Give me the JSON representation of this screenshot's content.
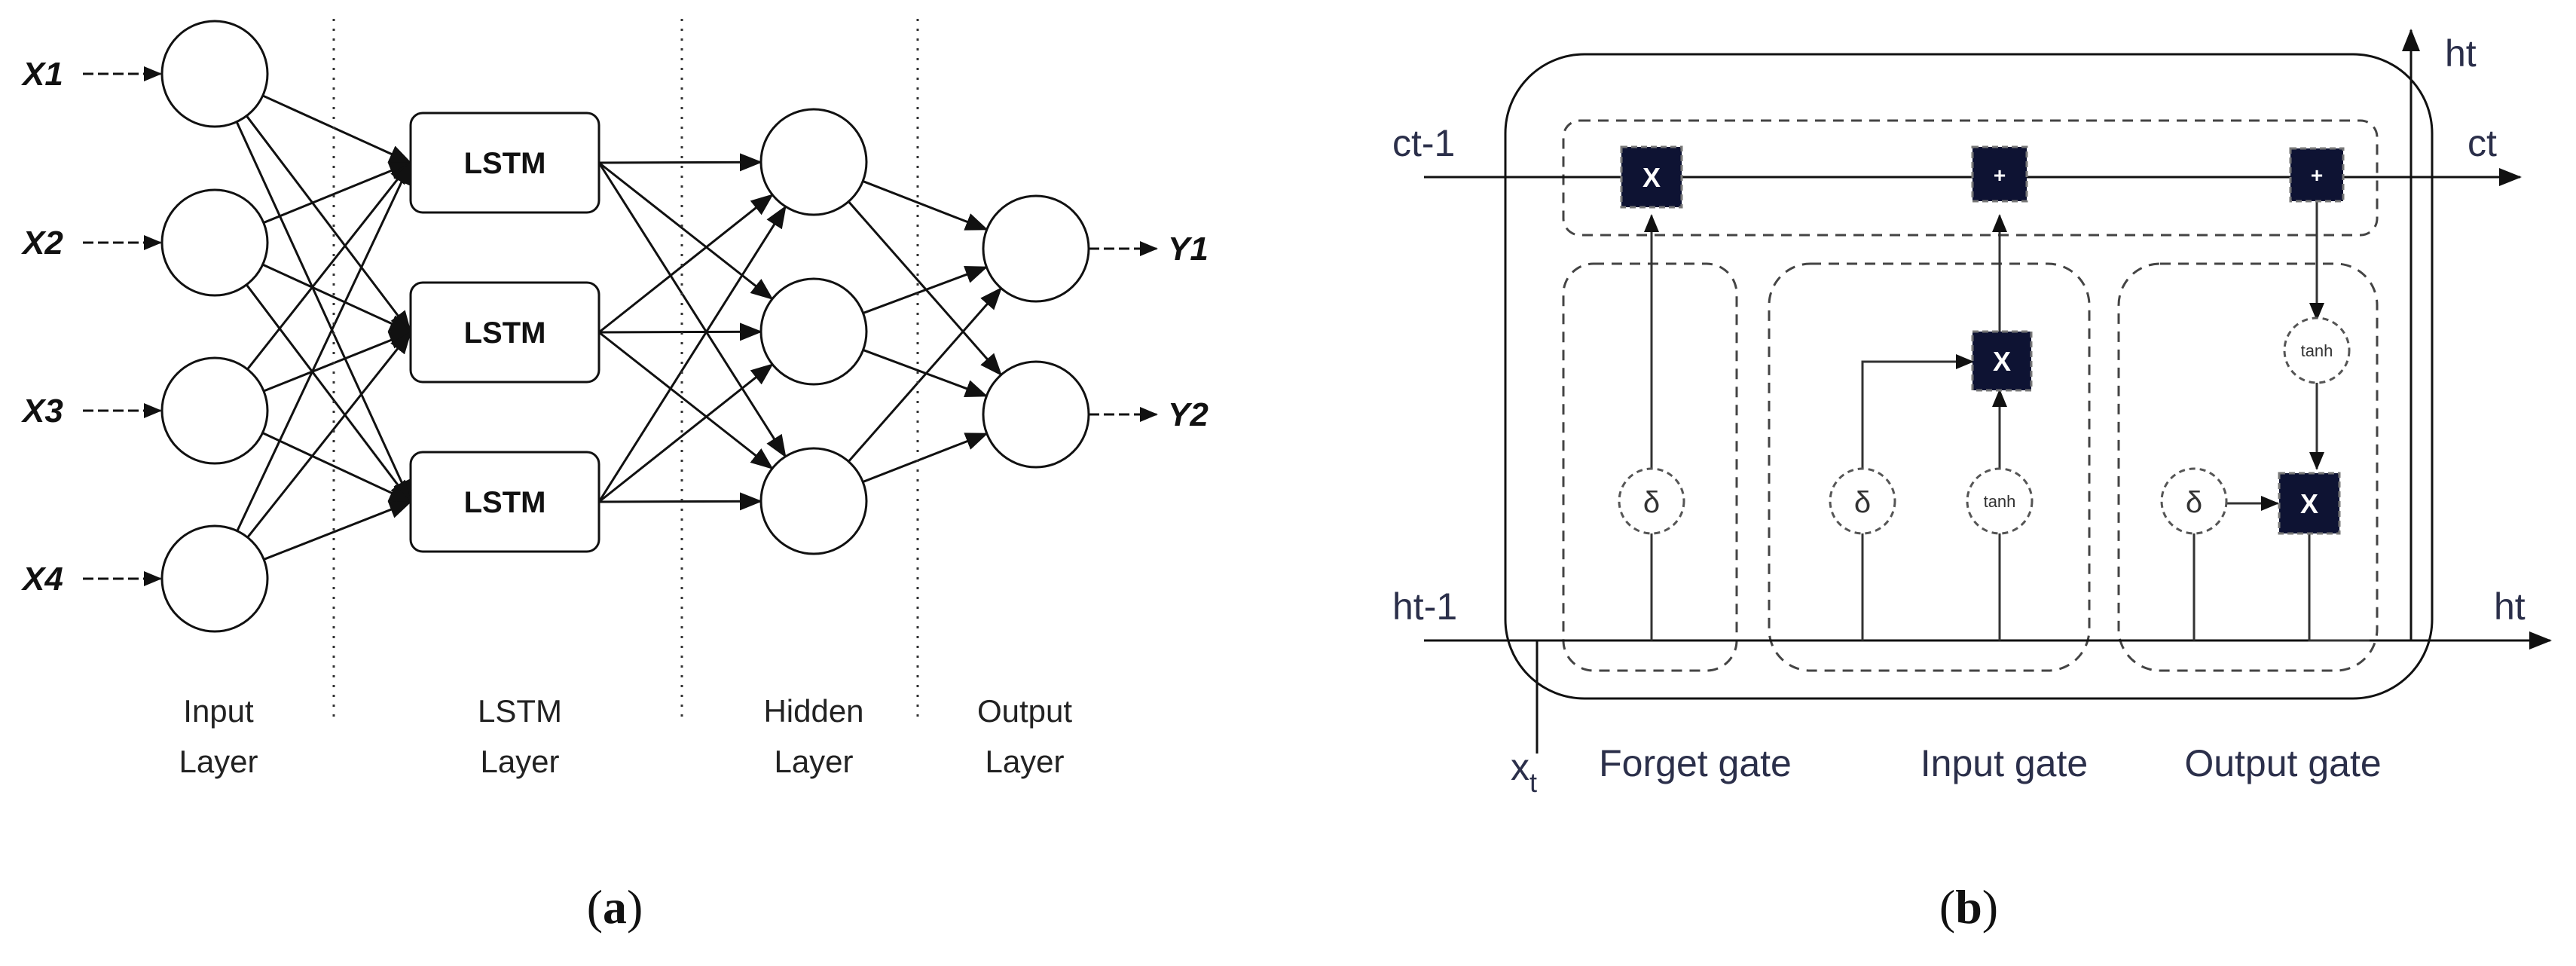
{
  "panel_a": {
    "inputs": [
      "X1",
      "X2",
      "X3",
      "X4"
    ],
    "lstm_label": "LSTM",
    "outputs": [
      "Y1",
      "Y2"
    ],
    "layers": [
      {
        "line1": "Input",
        "line2": "Layer"
      },
      {
        "line1": "LSTM",
        "line2": "Layer"
      },
      {
        "line1": "Hidden",
        "line2": "Layer"
      },
      {
        "line1": "Output",
        "line2": "Layer"
      }
    ],
    "caption": {
      "open": "(",
      "letter": "a",
      "close": ")"
    }
  },
  "panel_b": {
    "labels": {
      "c_prev": "ct-1",
      "c_out": "ct",
      "h_prev": "ht-1",
      "h_out_top": "ht",
      "h_out_right": "ht",
      "x_main": "x",
      "x_sub": "t"
    },
    "ops": {
      "multiply": "X",
      "add": "+"
    },
    "activations": {
      "sigma": "δ",
      "tanh": "tanh"
    },
    "gates": [
      "Forget gate",
      "Input gate",
      "Output gate"
    ],
    "caption": {
      "open": "(",
      "letter": "b",
      "close": ")"
    }
  },
  "colors": {
    "line": "#111111",
    "op_fill": "#0e1333",
    "label": "#2b2f4a"
  }
}
